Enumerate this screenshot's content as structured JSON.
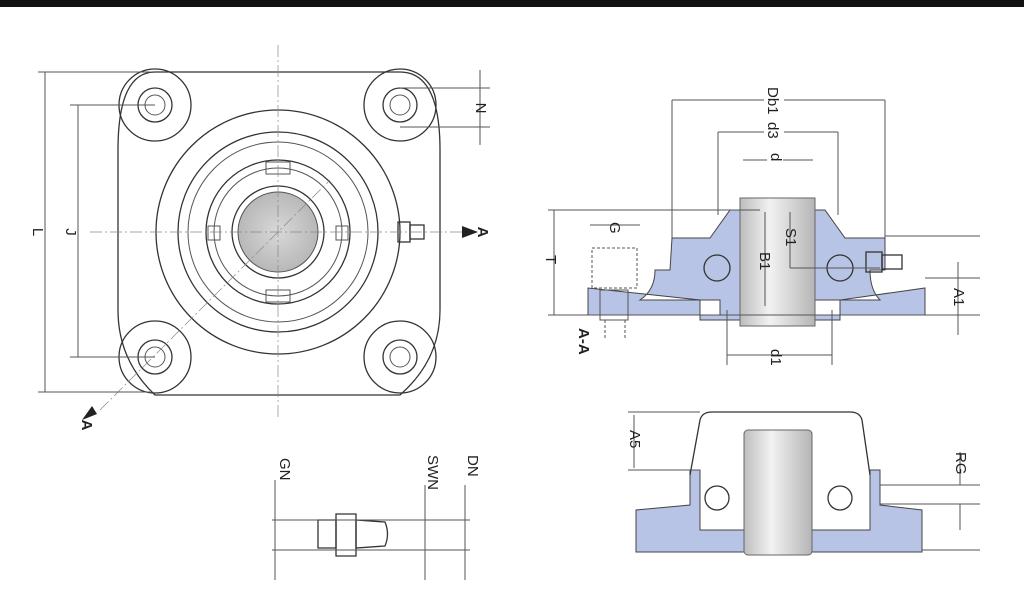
{
  "drawing": {
    "front_view": {
      "labels": {
        "L": "L",
        "J": "J",
        "N": "N",
        "A_right": "A",
        "A_left": "A"
      }
    },
    "section_view": {
      "title": "A-A",
      "labels": {
        "Db1": "Db1",
        "d3": "d3",
        "d": "d",
        "G": "G",
        "T": "T",
        "S1": "S1",
        "B1": "B1",
        "A1": "A1",
        "d1": "d1"
      }
    },
    "cover_view": {
      "labels": {
        "A5": "A5",
        "RG": "RG"
      }
    },
    "grease_nipple": {
      "labels": {
        "GN": "GN",
        "SWN": "SWN",
        "DN": "DN"
      }
    },
    "colors": {
      "housing": "#b7c4e6",
      "shaft": "#d0d0d0",
      "lines": "#444444"
    }
  }
}
